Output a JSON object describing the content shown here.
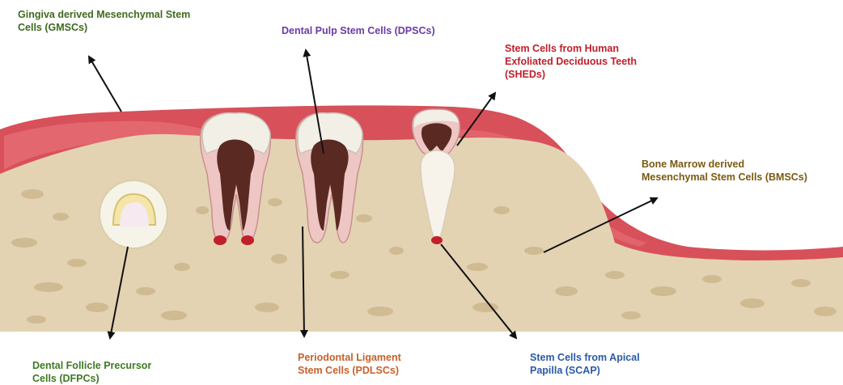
{
  "diagram": {
    "title": "",
    "colors": {
      "gmsc": "#3e6a1f",
      "dpsc": "#6a3aa8",
      "shed": "#c0202a",
      "bmsc": "#7a5a10",
      "dfpc": "#3e7a22",
      "pdlsc": "#c8602a",
      "scap": "#2a5aa8",
      "gum": "#d8505a",
      "bone": "#e3d3b3",
      "pulp": "#5a2a22",
      "enamel": "#f2efe6",
      "arrow": "#111111"
    },
    "labels": {
      "gmsc": [
        "Gingiva derived Mesenchymal Stem",
        "Cells (GMSCs)"
      ],
      "dpsc": [
        "Dental Pulp Stem Cells (DPSCs)"
      ],
      "shed": [
        "Stem Cells from Human",
        "Exfoliated Deciduous Teeth",
        "(SHEDs)"
      ],
      "bmsc": [
        "Bone Marrow derived",
        "Mesenchymal Stem Cells (BMSCs)"
      ],
      "dfpc": [
        "Dental Follicle Precursor",
        "Cells (DFPCs)"
      ],
      "pdlsc": [
        "Periodontal Ligament",
        "Stem Cells (PDLSCs)"
      ],
      "scap": [
        "Stem Cells from Apical",
        "Papilla (SCAP)"
      ]
    }
  }
}
